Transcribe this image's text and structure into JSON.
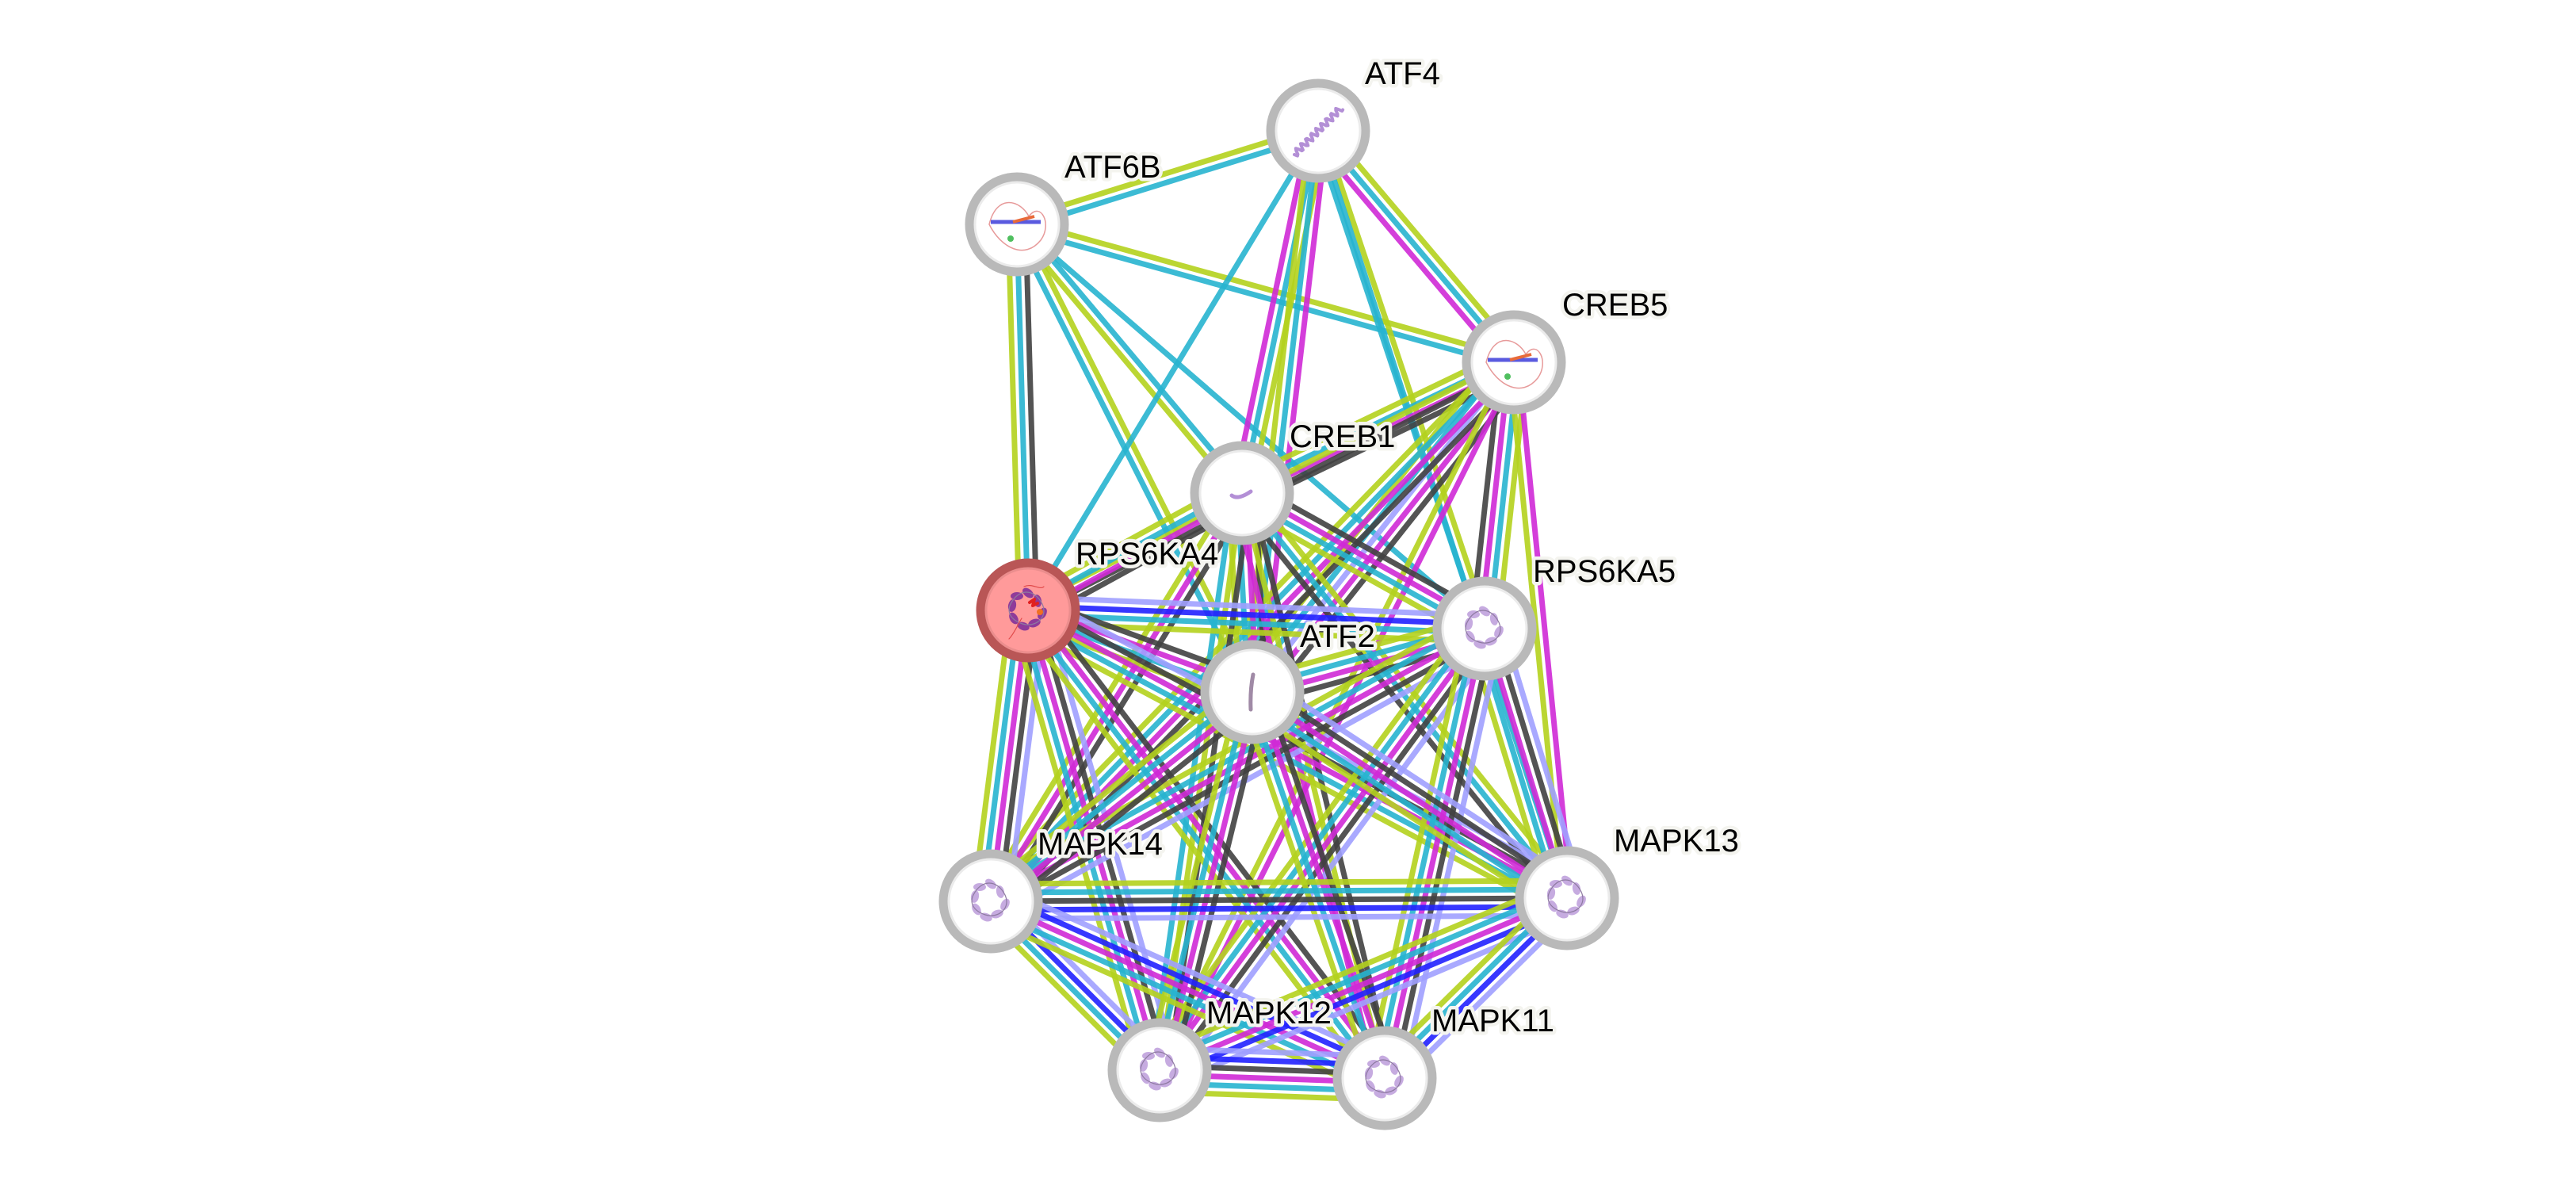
{
  "title": "STRING protein interaction network",
  "evidence_colors": {
    "curated": "#27b4d0",
    "experimental": "#d02ad6",
    "textmining": "#b4d21e",
    "coexpression": "#424242",
    "cooccurrence": "#2222ff",
    "homology": "#a0a0ff"
  },
  "query_node_color": "#ff9a9a",
  "nodes": [
    {
      "id": "ATF4",
      "label": "ATF4",
      "query": false,
      "glyph": "helix-long"
    },
    {
      "id": "ATF6B",
      "label": "ATF6B",
      "query": false,
      "glyph": "disordered-multi"
    },
    {
      "id": "CREB5",
      "label": "CREB5",
      "query": false,
      "glyph": "disordered-multi"
    },
    {
      "id": "CREB1",
      "label": "CREB1",
      "query": false,
      "glyph": "helix-short"
    },
    {
      "id": "RPS6KA4",
      "label": "RPS6KA4",
      "query": true,
      "glyph": "kinase-query"
    },
    {
      "id": "RPS6KA5",
      "label": "RPS6KA5",
      "query": false,
      "glyph": "kinase"
    },
    {
      "id": "ATF2",
      "label": "ATF2",
      "query": false,
      "glyph": "helix-vertical"
    },
    {
      "id": "MAPK14",
      "label": "MAPK14",
      "query": false,
      "glyph": "kinase"
    },
    {
      "id": "MAPK13",
      "label": "MAPK13",
      "query": false,
      "glyph": "kinase"
    },
    {
      "id": "MAPK12",
      "label": "MAPK12",
      "query": false,
      "glyph": "kinase"
    },
    {
      "id": "MAPK11",
      "label": "MAPK11",
      "query": false,
      "glyph": "kinase"
    }
  ],
  "edges": [
    {
      "source": "ATF6B",
      "target": "ATF4",
      "evidence": [
        "textmining",
        "curated"
      ]
    },
    {
      "source": "ATF6B",
      "target": "CREB5",
      "evidence": [
        "textmining",
        "curated"
      ]
    },
    {
      "source": "ATF6B",
      "target": "RPS6KA4",
      "evidence": [
        "coexpression",
        "curated",
        "textmining"
      ]
    },
    {
      "source": "ATF6B",
      "target": "CREB1",
      "evidence": [
        "curated",
        "textmining"
      ]
    },
    {
      "source": "ATF6B",
      "target": "ATF2",
      "evidence": [
        "textmining",
        "curated"
      ]
    },
    {
      "source": "ATF6B",
      "target": "RPS6KA5",
      "evidence": [
        "curated"
      ]
    },
    {
      "source": "ATF4",
      "target": "RPS6KA4",
      "evidence": [
        "curated"
      ]
    },
    {
      "source": "ATF4",
      "target": "CREB1",
      "evidence": [
        "textmining",
        "curated",
        "experimental"
      ]
    },
    {
      "source": "ATF4",
      "target": "ATF2",
      "evidence": [
        "experimental",
        "curated",
        "textmining"
      ]
    },
    {
      "source": "ATF4",
      "target": "RPS6KA5",
      "evidence": [
        "textmining",
        "curated"
      ]
    },
    {
      "source": "ATF4",
      "target": "CREB5",
      "evidence": [
        "textmining",
        "curated",
        "experimental"
      ]
    },
    {
      "source": "ATF4",
      "target": "MAPK13",
      "evidence": [
        "curated"
      ]
    },
    {
      "source": "CREB5",
      "target": "CREB1",
      "evidence": [
        "coexpression",
        "experimental",
        "curated",
        "textmining"
      ]
    },
    {
      "source": "CREB5",
      "target": "RPS6KA4",
      "evidence": [
        "coexpression",
        "textmining"
      ]
    },
    {
      "source": "CREB5",
      "target": "ATF2",
      "evidence": [
        "coexpression",
        "experimental",
        "homology",
        "curated",
        "textmining"
      ]
    },
    {
      "source": "CREB5",
      "target": "RPS6KA5",
      "evidence": [
        "textmining",
        "curated",
        "experimental",
        "coexpression"
      ]
    },
    {
      "source": "CREB5",
      "target": "MAPK13",
      "evidence": [
        "experimental",
        "textmining"
      ]
    },
    {
      "source": "CREB5",
      "target": "MAPK14",
      "evidence": [
        "coexpression",
        "experimental",
        "curated",
        "textmining"
      ]
    },
    {
      "source": "CREB5",
      "target": "MAPK12",
      "evidence": [
        "experimental",
        "textmining"
      ]
    },
    {
      "source": "CREB1",
      "target": "RPS6KA4",
      "evidence": [
        "coexpression",
        "experimental",
        "curated",
        "textmining"
      ]
    },
    {
      "source": "CREB1",
      "target": "ATF2",
      "evidence": [
        "coexpression",
        "experimental",
        "curated",
        "textmining"
      ]
    },
    {
      "source": "CREB1",
      "target": "RPS6KA5",
      "evidence": [
        "coexpression",
        "experimental",
        "curated",
        "textmining"
      ]
    },
    {
      "source": "CREB1",
      "target": "MAPK14",
      "evidence": [
        "coexpression",
        "experimental",
        "textmining"
      ]
    },
    {
      "source": "CREB1",
      "target": "MAPK13",
      "evidence": [
        "textmining",
        "curated",
        "coexpression"
      ]
    },
    {
      "source": "CREB1",
      "target": "MAPK12",
      "evidence": [
        "coexpression",
        "textmining",
        "curated"
      ]
    },
    {
      "source": "CREB1",
      "target": "MAPK11",
      "evidence": [
        "coexpression",
        "textmining",
        "experimental"
      ]
    },
    {
      "source": "RPS6KA4",
      "target": "RPS6KA5",
      "evidence": [
        "homology",
        "cooccurrence",
        "curated",
        "textmining"
      ]
    },
    {
      "source": "RPS6KA4",
      "target": "ATF2",
      "evidence": [
        "coexpression",
        "experimental",
        "curated",
        "textmining"
      ]
    },
    {
      "source": "RPS6KA4",
      "target": "MAPK14",
      "evidence": [
        "homology",
        "coexpression",
        "experimental",
        "curated",
        "textmining"
      ]
    },
    {
      "source": "RPS6KA4",
      "target": "MAPK13",
      "evidence": [
        "homology",
        "coexpression",
        "experimental",
        "curated",
        "textmining"
      ]
    },
    {
      "source": "RPS6KA4",
      "target": "MAPK12",
      "evidence": [
        "homology",
        "coexpression",
        "experimental",
        "curated",
        "textmining"
      ]
    },
    {
      "source": "RPS6KA4",
      "target": "MAPK11",
      "evidence": [
        "coexpression",
        "experimental",
        "curated",
        "textmining"
      ]
    },
    {
      "source": "RPS6KA5",
      "target": "ATF2",
      "evidence": [
        "coexpression",
        "experimental",
        "curated",
        "textmining"
      ]
    },
    {
      "source": "RPS6KA5",
      "target": "MAPK14",
      "evidence": [
        "homology",
        "coexpression",
        "experimental",
        "curated",
        "textmining"
      ]
    },
    {
      "source": "RPS6KA5",
      "target": "MAPK13",
      "evidence": [
        "homology",
        "coexpression",
        "experimental",
        "curated",
        "textmining"
      ]
    },
    {
      "source": "RPS6KA5",
      "target": "MAPK12",
      "evidence": [
        "homology",
        "coexpression",
        "experimental",
        "curated",
        "textmining"
      ]
    },
    {
      "source": "RPS6KA5",
      "target": "MAPK11",
      "evidence": [
        "homology",
        "coexpression",
        "experimental",
        "curated",
        "textmining"
      ]
    },
    {
      "source": "ATF2",
      "target": "MAPK14",
      "evidence": [
        "coexpression",
        "experimental",
        "curated",
        "textmining"
      ]
    },
    {
      "source": "ATF2",
      "target": "MAPK13",
      "evidence": [
        "homology",
        "coexpression",
        "experimental",
        "curated",
        "textmining"
      ]
    },
    {
      "source": "ATF2",
      "target": "MAPK12",
      "evidence": [
        "coexpression",
        "experimental",
        "curated",
        "textmining"
      ]
    },
    {
      "source": "ATF2",
      "target": "MAPK11",
      "evidence": [
        "coexpression",
        "experimental",
        "curated",
        "textmining"
      ]
    },
    {
      "source": "MAPK14",
      "target": "MAPK13",
      "evidence": [
        "textmining",
        "curated",
        "coexpression",
        "cooccurrence",
        "homology"
      ]
    },
    {
      "source": "MAPK14",
      "target": "MAPK12",
      "evidence": [
        "homology",
        "cooccurrence",
        "curated",
        "textmining"
      ]
    },
    {
      "source": "MAPK14",
      "target": "MAPK11",
      "evidence": [
        "homology",
        "cooccurrence",
        "experimental",
        "curated",
        "textmining"
      ]
    },
    {
      "source": "MAPK13",
      "target": "MAPK12",
      "evidence": [
        "homology",
        "cooccurrence",
        "experimental",
        "curated",
        "textmining"
      ]
    },
    {
      "source": "MAPK13",
      "target": "MAPK11",
      "evidence": [
        "homology",
        "cooccurrence",
        "curated",
        "textmining"
      ]
    },
    {
      "source": "MAPK12",
      "target": "MAPK11",
      "evidence": [
        "homology",
        "cooccurrence",
        "coexpression",
        "experimental",
        "curated",
        "textmining"
      ]
    }
  ]
}
